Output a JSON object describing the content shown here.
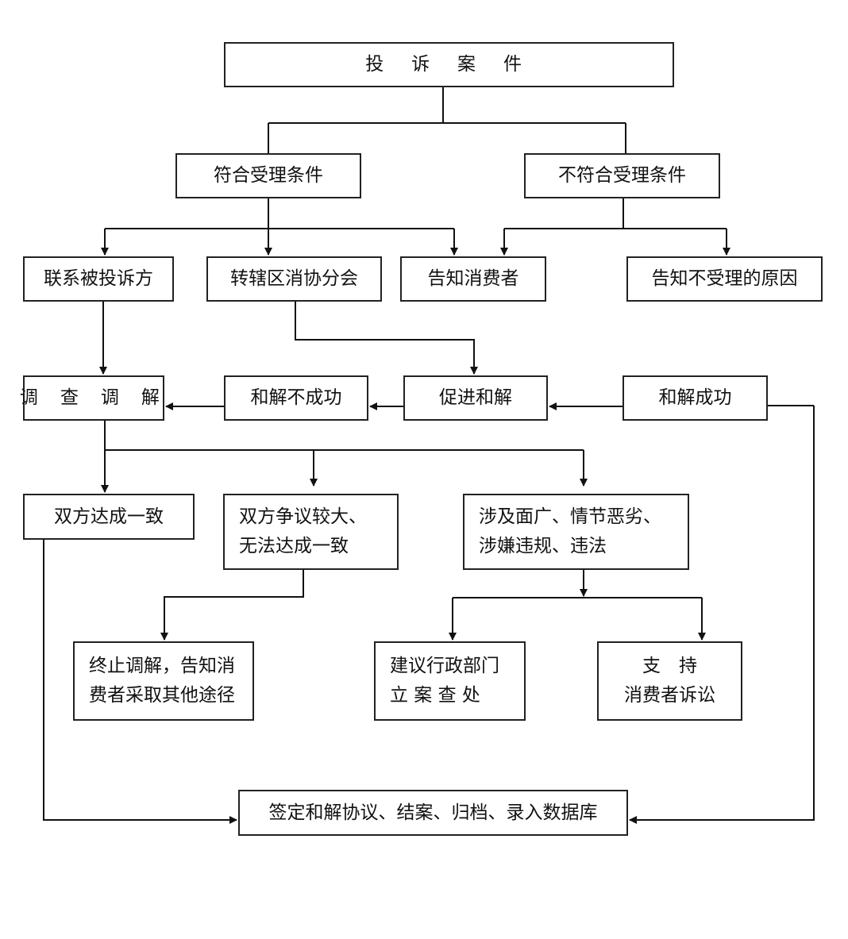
{
  "nodes": {
    "complaint_case": "投 诉 案 件",
    "meets_conditions": "符合受理条件",
    "not_meets_conditions": "不符合受理条件",
    "contact_respondent": "联系被投诉方",
    "transfer_district": "转辖区消协分会",
    "notify_consumer": "告知消费者",
    "notify_reason": "告知不受理的原因",
    "investigate_mediate": "调 查 调 解",
    "settlement_failed": "和解不成功",
    "promote_settlement": "促进和解",
    "settlement_success": "和解成功",
    "agreement": "双方达成一致",
    "dispute_line1": "双方争议较大、",
    "dispute_line2": "无法达成一致",
    "serious_line1": "涉及面广、情节恶劣、",
    "serious_line2": "涉嫌违规、违法",
    "terminate_line1": "终止调解，告知消",
    "terminate_line2": "费者采取其他途径",
    "suggest_line1": "建议行政部门",
    "suggest_line2": "立 案 查 处",
    "support_line1": "支　持",
    "support_line2": "消费者诉讼",
    "final_step": "签定和解协议、结案、归档、录入数据库"
  }
}
